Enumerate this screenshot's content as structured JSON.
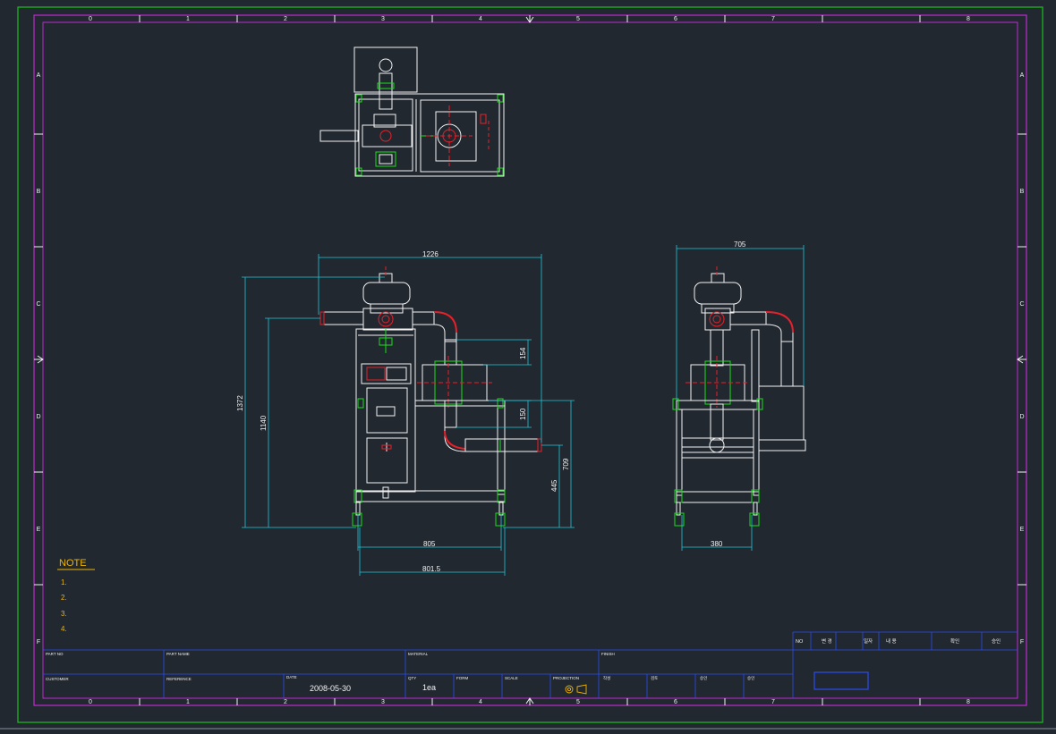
{
  "border": {
    "col_labels": [
      "0",
      "1",
      "2",
      "3",
      "4",
      "5",
      "6",
      "7",
      "8"
    ],
    "row_labels": [
      "A",
      "B",
      "C",
      "D",
      "E",
      "F"
    ]
  },
  "dimensions": {
    "front_width": "1226",
    "overall_height": "1372",
    "height_1140": "1140",
    "v_154": "154",
    "v_150": "150",
    "v_709": "709",
    "v_445": "445",
    "base_805": "805",
    "base_801_5": "801.5",
    "side_width": "705",
    "side_base": "380"
  },
  "note": {
    "title": "NOTE",
    "items": [
      "1.",
      "2.",
      "3.",
      "4."
    ]
  },
  "title_block": {
    "part_no": "PART NO",
    "part_name": "PART NAME",
    "material": "MATERIAL",
    "finish": "FINISH",
    "customer": "CUSTOMER",
    "reference": "REFERENCE",
    "date_label": "DATE",
    "date_value": "2008-05-30",
    "qty_label": "QTY",
    "qty_value": "1ea",
    "form": "FORM",
    "scale": "SCALE",
    "projection": "PROJECTION",
    "sign_1": "작성",
    "sign_2": "검토",
    "sign_3": "승인",
    "sign_4": "승인",
    "rev_no": "NO",
    "rev_1": "변 경",
    "rev_2": "일자",
    "rev_3": "내 용",
    "rev_4": "확인",
    "rev_5": "승인"
  },
  "colors": {
    "background": "#212830",
    "frame_outer": "#19c21c",
    "frame_inner": "#c02ad0",
    "lines": "#f2f2f2",
    "dims": "#22c6d8",
    "green": "#18e018",
    "red": "#e8202a",
    "blue": "#2a4cf0",
    "note": "#f0b400"
  }
}
